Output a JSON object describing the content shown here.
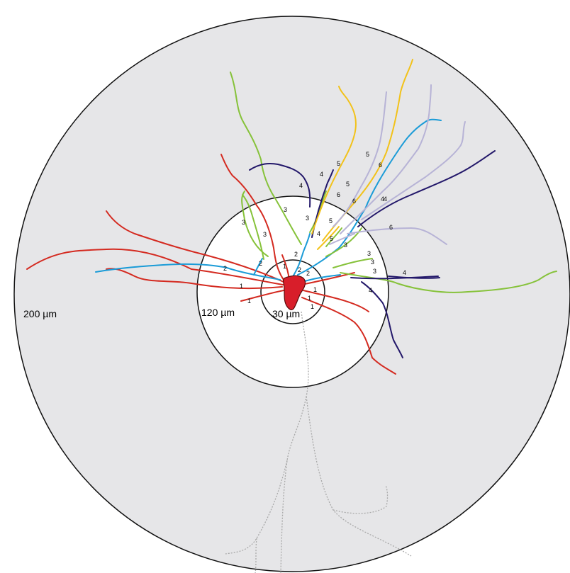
{
  "rings": [
    {
      "label": "200 µm"
    },
    {
      "label": "120 µm"
    },
    {
      "label": "30 µm"
    }
  ],
  "colors": {
    "background_disc": "#e6e6e8",
    "inner_disc": "#ffffff",
    "ring_stroke": "#111111",
    "soma": "#d81e2a",
    "axon": "#a9a9a9",
    "order_1": "#d42a20",
    "order_2": "#1a9bd7",
    "order_3": "#86c23a",
    "order_4": "#23186a",
    "order_5": "#f2c21a",
    "order_6": "#b7b3d6"
  },
  "order_labels": [
    "1",
    "1",
    "1",
    "1",
    "1",
    "1",
    "2",
    "2",
    "2",
    "2",
    "2",
    "3",
    "3",
    "3",
    "3",
    "3",
    "3",
    "3",
    "3",
    "4",
    "4",
    "4",
    "4",
    "4",
    "4",
    "4",
    "5",
    "5",
    "5",
    "5",
    "5",
    "6",
    "6",
    "6",
    "6"
  ]
}
